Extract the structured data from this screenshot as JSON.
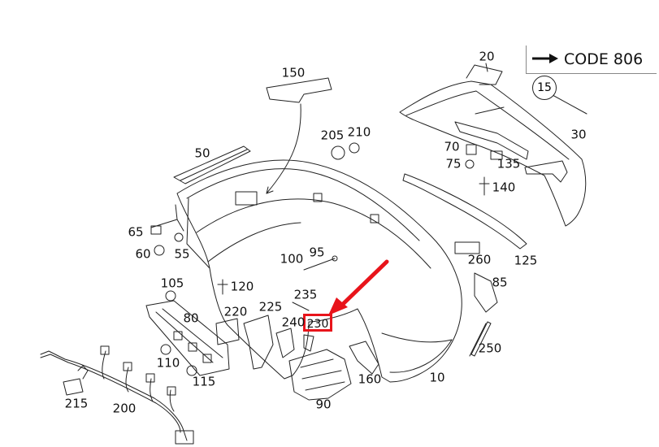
{
  "code_label": "CODE 806",
  "callout": "15",
  "highlighted": "230",
  "colors": {
    "highlight": "#e8141b",
    "line": "#222222"
  },
  "labels": [
    {
      "id": "150",
      "text": "150"
    },
    {
      "id": "20",
      "text": "20"
    },
    {
      "id": "205",
      "text": "205"
    },
    {
      "id": "210",
      "text": "210"
    },
    {
      "id": "30",
      "text": "30"
    },
    {
      "id": "50",
      "text": "50"
    },
    {
      "id": "70",
      "text": "70"
    },
    {
      "id": "75",
      "text": "75"
    },
    {
      "id": "135",
      "text": "135"
    },
    {
      "id": "140",
      "text": "140"
    },
    {
      "id": "65",
      "text": "65"
    },
    {
      "id": "60",
      "text": "60"
    },
    {
      "id": "55",
      "text": "55"
    },
    {
      "id": "95",
      "text": "95"
    },
    {
      "id": "100",
      "text": "100"
    },
    {
      "id": "260",
      "text": "260"
    },
    {
      "id": "125",
      "text": "125"
    },
    {
      "id": "105",
      "text": "105"
    },
    {
      "id": "120",
      "text": "120"
    },
    {
      "id": "85",
      "text": "85"
    },
    {
      "id": "235",
      "text": "235"
    },
    {
      "id": "80",
      "text": "80"
    },
    {
      "id": "220",
      "text": "220"
    },
    {
      "id": "225",
      "text": "225"
    },
    {
      "id": "240",
      "text": "240"
    },
    {
      "id": "250",
      "text": "250"
    },
    {
      "id": "110",
      "text": "110"
    },
    {
      "id": "115",
      "text": "115"
    },
    {
      "id": "160",
      "text": "160"
    },
    {
      "id": "10",
      "text": "10"
    },
    {
      "id": "215",
      "text": "215"
    },
    {
      "id": "200",
      "text": "200"
    },
    {
      "id": "90",
      "text": "90"
    }
  ]
}
